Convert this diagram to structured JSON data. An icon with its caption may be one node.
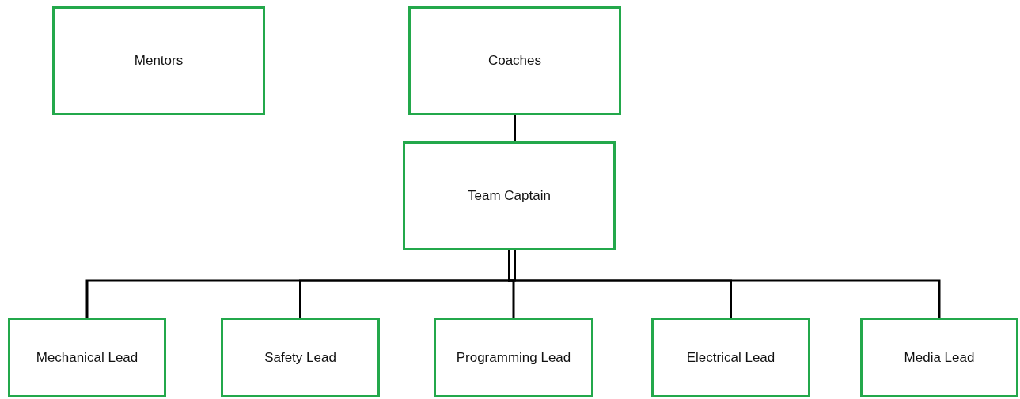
{
  "diagram": {
    "nodes": [
      {
        "text": [
          "Mentors"
        ]
      },
      {
        "text": [
          "Coaches"
        ]
      },
      {
        "text": [
          "Team Captain"
        ]
      },
      {
        "text": [
          "Mechanical Lead"
        ]
      },
      {
        "text": [
          "Safety Lead"
        ]
      },
      {
        "text": [
          "Programming Lead"
        ]
      },
      {
        "text": [
          "Electrical Lead"
        ]
      },
      {
        "text": [
          "Media Lead"
        ]
      }
    ],
    "edges": [
      {
        "from": 1,
        "to": 2,
        "arrow": "none"
      },
      {
        "from": 2,
        "to": 3,
        "arrow": "none"
      },
      {
        "from": 2,
        "to": 4,
        "arrow": "none"
      },
      {
        "from": 2,
        "to": 5,
        "arrow": "none"
      },
      {
        "from": 2,
        "to": 6,
        "arrow": "none"
      },
      {
        "from": 2,
        "to": 7,
        "arrow": "none"
      }
    ]
  }
}
